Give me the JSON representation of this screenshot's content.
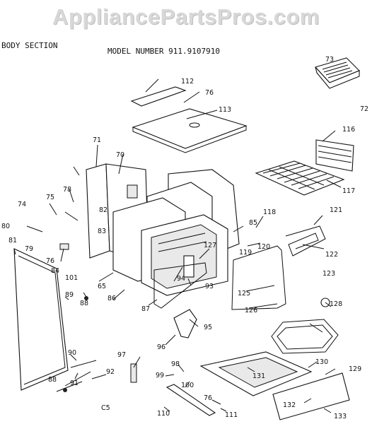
{
  "watermark": "AppliancePartsPros.com",
  "section_title": "BODY SECTION",
  "model_label": "MODEL NUMBER 911.9107910",
  "page_code": "C5",
  "part_numbers": [
    "72",
    "73",
    "112",
    "76",
    "113",
    "71",
    "70",
    "116",
    "117",
    "74",
    "75",
    "78",
    "82",
    "83",
    "80",
    "79",
    "81",
    "76",
    "101",
    "84",
    "85",
    "118",
    "121",
    "127",
    "122",
    "120",
    "119",
    "94",
    "93",
    "65",
    "86",
    "87",
    "125",
    "126",
    "123",
    "128",
    "88",
    "89",
    "95",
    "96",
    "97",
    "90",
    "91",
    "92",
    "98",
    "99",
    "100",
    "88",
    "131",
    "130",
    "129",
    "76",
    "132",
    "133",
    "110",
    "111"
  ]
}
